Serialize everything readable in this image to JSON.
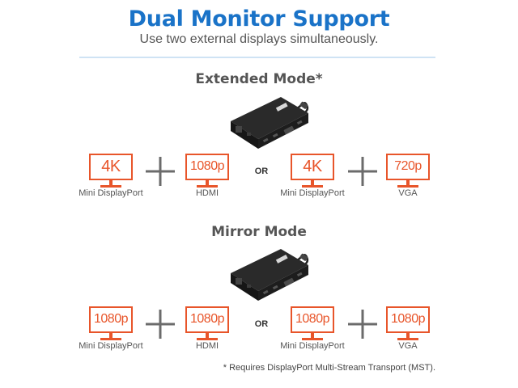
{
  "header": {
    "title": "Dual Monitor Support",
    "subtitle": "Use two external displays simultaneously."
  },
  "sections": [
    {
      "title": "Extended Mode*",
      "separator": "OR",
      "displays": [
        {
          "resolution": "4K",
          "port": "Mini DisplayPort"
        },
        {
          "resolution": "1080p",
          "port": "HDMI"
        },
        {
          "resolution": "4K",
          "port": "Mini DisplayPort"
        },
        {
          "resolution": "720p",
          "port": "VGA"
        }
      ]
    },
    {
      "title": "Mirror Mode",
      "separator": "OR",
      "displays": [
        {
          "resolution": "1080p",
          "port": "Mini DisplayPort"
        },
        {
          "resolution": "1080p",
          "port": "HDMI"
        },
        {
          "resolution": "1080p",
          "port": "Mini DisplayPort"
        },
        {
          "resolution": "1080p",
          "port": "VGA"
        }
      ]
    }
  ],
  "footnote": "* Requires DisplayPort Multi-Stream Transport (MST).",
  "colors": {
    "title_blue": "#1a73c8",
    "monitor_orange": "#e8552a",
    "plus_gray": "#6b6b6b",
    "hub_black": "#1f1f1f"
  },
  "icons": {
    "monitor": "monitor-icon",
    "plus": "plus-icon",
    "device": "docking-station"
  }
}
